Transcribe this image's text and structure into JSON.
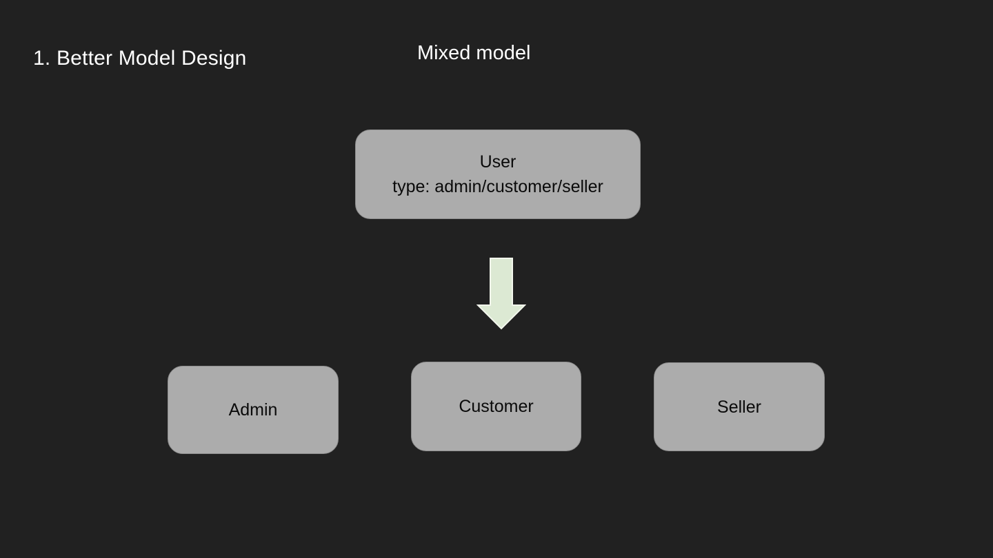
{
  "slide": {
    "title": "1. Better Model Design",
    "heading": "Mixed model"
  },
  "diagram": {
    "root": {
      "line1": "User",
      "line2": "type: admin/customer/seller"
    },
    "arrow_icon": "down-arrow",
    "children": [
      {
        "label": "Admin"
      },
      {
        "label": "Customer"
      },
      {
        "label": "Seller"
      }
    ]
  },
  "colors": {
    "background": "#212121",
    "box_fill": "#ACACAC",
    "box_border": "#8E8E8E",
    "box_text": "#0A0A0A",
    "arrow_fill": "#DCE9D3",
    "arrow_stroke": "#F2F6EC",
    "title_text": "#FFFFFF"
  }
}
